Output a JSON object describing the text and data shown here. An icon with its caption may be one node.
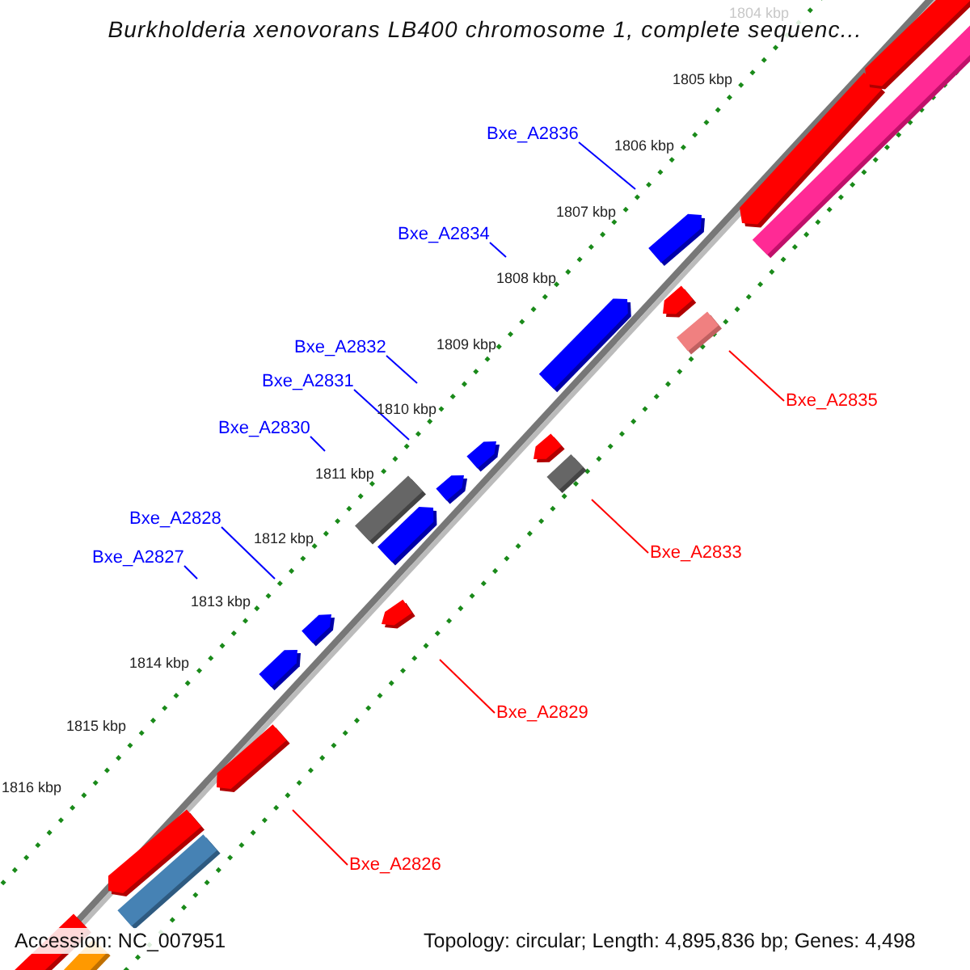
{
  "diagram": {
    "title": "Burkholderia xenovorans LB400 chromosome 1, complete sequenc...",
    "nodes": [
      {
        "text": [
          "Bxe_A2836"
        ]
      },
      {
        "text": [
          "Bxe_A2834"
        ]
      },
      {
        "text": [
          "Bxe_A2832"
        ]
      },
      {
        "text": [
          "Bxe_A2831"
        ]
      },
      {
        "text": [
          "Bxe_A2830"
        ]
      },
      {
        "text": [
          "Bxe_A2835"
        ]
      },
      {
        "text": [
          "Bxe_A2828"
        ]
      },
      {
        "text": [
          "Bxe_A2827"
        ]
      },
      {
        "text": [
          "Bxe_A2833"
        ]
      },
      {
        "text": [
          "Bxe_A2829"
        ]
      },
      {
        "text": [
          "Bxe_A2826"
        ]
      }
    ],
    "edges": [
      {
        "from": 0,
        "to": null,
        "arrow": "none"
      },
      {
        "from": 1,
        "to": null,
        "arrow": "none"
      },
      {
        "from": 2,
        "to": null,
        "arrow": "none"
      },
      {
        "from": 3,
        "to": null,
        "arrow": "none"
      },
      {
        "from": 4,
        "to": null,
        "arrow": "none"
      },
      {
        "from": 5,
        "to": null,
        "arrow": "none",
        "color": "#ff0000"
      },
      {
        "from": 6,
        "to": null,
        "arrow": "none"
      },
      {
        "from": 7,
        "to": null,
        "arrow": "none"
      },
      {
        "from": 8,
        "to": null,
        "arrow": "none",
        "color": "#ff0000"
      },
      {
        "from": 9,
        "to": null,
        "arrow": "none",
        "color": "#ff0000"
      },
      {
        "from": 10,
        "to": null,
        "arrow": "none",
        "color": "#ff0000"
      }
    ],
    "labels": [
      "1804 kbp",
      "1805 kbp",
      "1806 kbp",
      "1807 kbp",
      "1808 kbp",
      "1809 kbp",
      "1810 kbp",
      "1811 kbp",
      "1812 kbp",
      "1813 kbp",
      "1814 kbp",
      "1815 kbp",
      "1816 kbp",
      "Accession: NC_007951",
      "Topology: circular; Length: 4,895,836 bp; Genes: 4,498"
    ]
  }
}
